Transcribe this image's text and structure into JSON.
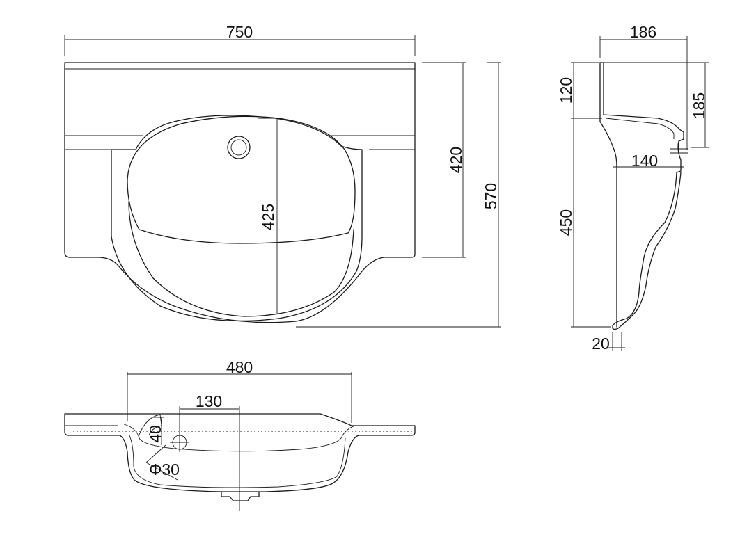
{
  "dimensions": {
    "top_width": "750",
    "top_back_height": "420",
    "top_bowl_depth": "425",
    "top_total_depth": "570",
    "side_width": "186",
    "side_top_height": "120",
    "side_overflow_height": "185",
    "side_drain_offset": "140",
    "side_body_height": "450",
    "side_lip": "20",
    "front_bowl_width": "480",
    "front_tap_offset": "130",
    "front_tap_depth": "40",
    "front_tap_diameter": "Φ30"
  },
  "colors": {
    "stroke": "#1a1a1a",
    "text": "#111111",
    "background": "#ffffff"
  }
}
